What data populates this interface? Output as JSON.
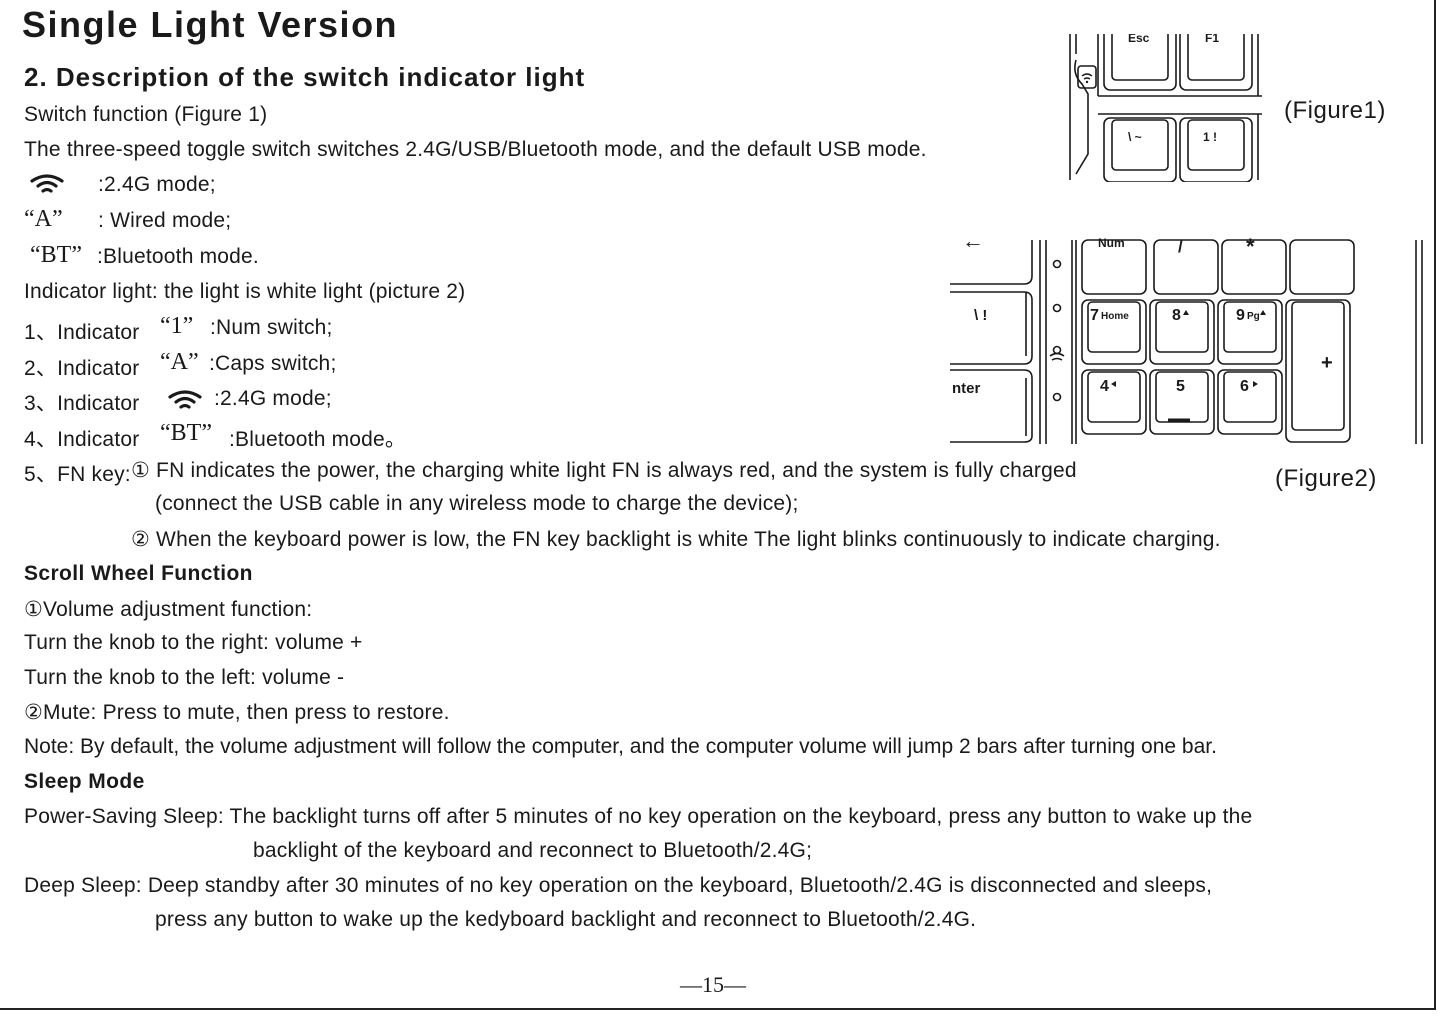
{
  "title": "Single Light Version",
  "section_heading": "2. Description of the switch indicator light",
  "switch": {
    "intro": "Switch function (Figure 1)",
    "description": "The three-speed toggle switch switches 2.4G/USB/Bluetooth mode, and the default USB mode.",
    "modes": [
      {
        "symbol": "wifi-icon",
        "text": ":2.4G mode;"
      },
      {
        "symbol": "“A”",
        "text": ": Wired mode;"
      },
      {
        "symbol": "“BT”",
        "text": ":Bluetooth mode."
      }
    ]
  },
  "indicator": {
    "intro": "Indicator light: the light is white light (picture 2)",
    "items": [
      {
        "prefix": "1、Indicator",
        "symbol": "“1”",
        "text": ":Num switch;"
      },
      {
        "prefix": "2、Indicator",
        "symbol": "“A”",
        "text": ":Caps switch;"
      },
      {
        "prefix": "3、Indicator",
        "symbol": "wifi-icon",
        "text": ":2.4G mode;"
      },
      {
        "prefix": "4、Indicator",
        "symbol": "“BT”",
        "text": ":Bluetooth mode。"
      }
    ],
    "fn_label": "5、FN key:",
    "fn_line1": "① FN indicates the power, the charging white light FN is always red, and the system is fully charged",
    "fn_line2": "(connect the USB cable in any wireless mode to charge the device);",
    "fn_line3": "② When the keyboard power is low, the FN key backlight is white The light blinks continuously to indicate charging."
  },
  "scroll": {
    "heading": "Scroll Wheel Function",
    "lines": [
      "①Volume adjustment function:",
      "Turn the knob to the right: volume +",
      "Turn the knob to the left: volume -",
      "②Mute: Press to mute, then press to restore.",
      "Note: By default, the volume adjustment will follow the computer, and the computer volume will jump 2 bars after turning one bar."
    ]
  },
  "sleep": {
    "heading": "Sleep Mode",
    "power_saving_1": "Power-Saving Sleep: The backlight turns off after 5 minutes of no key operation on the keyboard, press any button to wake up the",
    "power_saving_2": "backlight of the keyboard and reconnect to Bluetooth/2.4G;",
    "deep_1": "Deep Sleep: Deep standby after 30 minutes of no key operation on the keyboard, Bluetooth/2.4G is disconnected and sleeps,",
    "deep_2": "press any button to wake up the kedyboard backlight and reconnect to Bluetooth/2.4G."
  },
  "figures": {
    "figure1_label": "(Figure1)",
    "figure2_label": "(Figure2)",
    "figure1_keys": {
      "esc": "Esc",
      "f1": "F1",
      "tilde": "\\ ~",
      "one": "1 !"
    },
    "figure2_keys": {
      "arrow": "←",
      "backslash": "\\ !",
      "enter": "nter",
      "num": "Num",
      "slash": "/",
      "star": "*",
      "seven": "7",
      "seven_sub": "Home",
      "eight": "8",
      "nine": "9",
      "nine_sub": "Pg",
      "plus": "+",
      "four": "4",
      "five": "5",
      "six": "6"
    }
  },
  "page_number": "—15—"
}
